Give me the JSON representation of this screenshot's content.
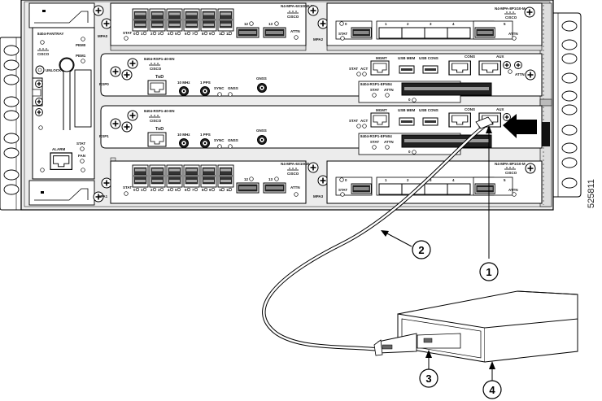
{
  "figure": {
    "id": "525811",
    "description": "Connecting a console/AUX cable from a router RSP module AUX port to an external device"
  },
  "chassis": {
    "fan_tray": {
      "label": "8404-FANTRAY",
      "brand": "CISCO",
      "leds": [
        "PEM0",
        "PEM1",
        "STAT",
        "FAN"
      ],
      "unlock_label": "UNLOCK",
      "alarm_label": "ALARM"
    },
    "top_left_mpa": {
      "model": "N4-MPA-6X10GE-M",
      "brand": "CISCO",
      "stat": "STAT",
      "attn": "ATTN",
      "slot_label": "MPA0",
      "port_numbers": [
        "0",
        "1",
        "2",
        "3",
        "4",
        "5",
        "6",
        "7",
        "8",
        "9",
        "10",
        "11"
      ],
      "qsfp_ports": [
        "12",
        "13"
      ]
    },
    "top_right_mpa": {
      "model": "N4-MPA-8P1G0-M",
      "brand": "CISCO",
      "stat": "STAT",
      "attn": "ATTN",
      "slot_label": "MPA2",
      "ports": [
        "0",
        "1",
        "2",
        "3",
        "4",
        "5"
      ]
    },
    "rsp_upper": {
      "model": "8404-RSP1-40-EN",
      "brand": "CISCO",
      "slot_label": "RSP0",
      "tod": "ToD",
      "ten_mhz": "10 MHz",
      "one_pps": "1 PPS",
      "sync": "SYNC",
      "gnss_led": "GNSS",
      "gnss": "GNSS",
      "stat": "STAT",
      "act": "ACT",
      "mgmt": "MGMT",
      "usb_mem": "USB MEM",
      "usb_cons": "USB CONS",
      "cons": "CONS",
      "aux": "AUX",
      "attn": "ATTN",
      "sub_module": "8404-RSP1-EFN04",
      "sub_stat": "STAT",
      "sub_attn": "ATTN",
      "sub_port": "0"
    },
    "rsp_lower": {
      "model": "8404-RSP1-40-EN",
      "brand": "CISCO",
      "slot_label": "RSP1",
      "tod": "ToD",
      "ten_mhz": "10 MHz",
      "one_pps": "1 PPS",
      "sync": "SYNC",
      "gnss_led": "GNSS",
      "gnss": "GNSS",
      "stat": "STAT",
      "act": "ACT",
      "mgmt": "MGMT",
      "usb_mem": "USB MEM",
      "usb_cons": "USB CONS",
      "cons": "CONS",
      "aux": "AUX",
      "sub_module": "8404-RSP1-EFN04",
      "sub_stat": "STAT",
      "sub_attn": "ATTN",
      "sub_port": "0"
    },
    "bottom_left_mpa": {
      "model": "N4-MPA-6X10GE-M",
      "brand": "CISCO",
      "stat": "STAT",
      "attn": "ATTN",
      "slot_label": "MPA1",
      "port_numbers": [
        "0",
        "1",
        "2",
        "3",
        "4",
        "5",
        "6",
        "7",
        "8",
        "9",
        "10",
        "11"
      ],
      "qsfp_ports": [
        "12",
        "13"
      ]
    },
    "bottom_right_mpa": {
      "model": "N4-MPA-8P1G0-M",
      "brand": "CISCO",
      "stat": "STAT",
      "attn": "ATTN",
      "slot_label": "MPA3",
      "ports": [
        "0",
        "1",
        "2",
        "3",
        "4",
        "5"
      ]
    }
  },
  "callouts": [
    {
      "number": "1",
      "target": "AUX port on lower RSP"
    },
    {
      "number": "2",
      "target": "Cable"
    },
    {
      "number": "3",
      "target": "Cable connector at device"
    },
    {
      "number": "4",
      "target": "External device"
    }
  ],
  "colors": {
    "line": "#000000",
    "panel_fill": "#ffffff",
    "chassis_fill": "#e9e9e9",
    "dark_fill": "#1a1a1a"
  }
}
